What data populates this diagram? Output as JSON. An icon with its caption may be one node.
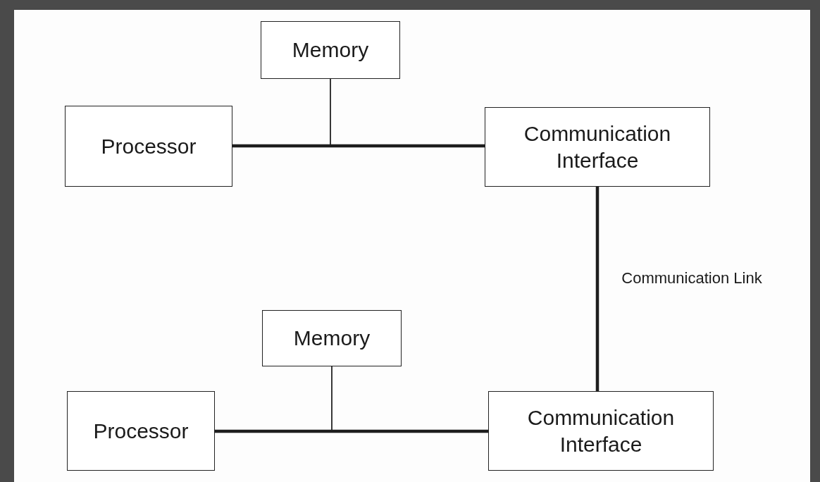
{
  "diagram": {
    "nodes": [
      {
        "text": [
          "Memory"
        ]
      },
      {
        "text": [
          "Processor"
        ]
      },
      {
        "text": [
          "Communication Interface"
        ]
      },
      {
        "text": [
          "Memory"
        ]
      },
      {
        "text": [
          "Processor"
        ]
      },
      {
        "text": [
          "Communication Interface"
        ]
      }
    ],
    "edges": [
      {
        "from": 0,
        "to": 1,
        "arrow": "none"
      },
      {
        "from": 0,
        "to": 2,
        "arrow": "none"
      },
      {
        "from": 1,
        "to": 2,
        "arrow": "none",
        "style": "thick"
      },
      {
        "from": 2,
        "to": 5,
        "arrow": "none",
        "style": "thick",
        "label": "Communication Link"
      },
      {
        "from": 3,
        "to": 4,
        "arrow": "none"
      },
      {
        "from": 3,
        "to": 5,
        "arrow": "none"
      },
      {
        "from": 4,
        "to": 5,
        "arrow": "none",
        "style": "thick"
      }
    ]
  }
}
